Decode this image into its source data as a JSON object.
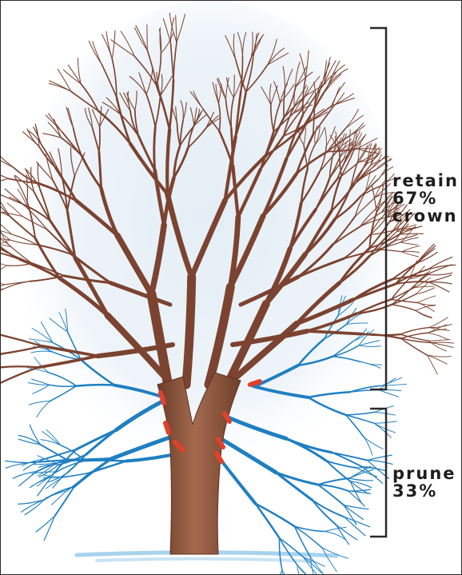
{
  "colors": {
    "background": "#ffffff",
    "glow": "#dde9f3",
    "trunk": "#8a5238",
    "retained_branch": "#7c4330",
    "pruned_branch": "#1f7fc1",
    "cut_mark": "#e0412a",
    "ground": "#a7d3ec",
    "bracket": "#2a2a2a"
  },
  "labels": {
    "retain": {
      "line1": "retain",
      "line2": "67%",
      "line3": "crown"
    },
    "prune": {
      "line1": "prune",
      "line2": "33%"
    }
  },
  "crown_split": {
    "retain_percent": 67,
    "prune_percent": 33
  }
}
